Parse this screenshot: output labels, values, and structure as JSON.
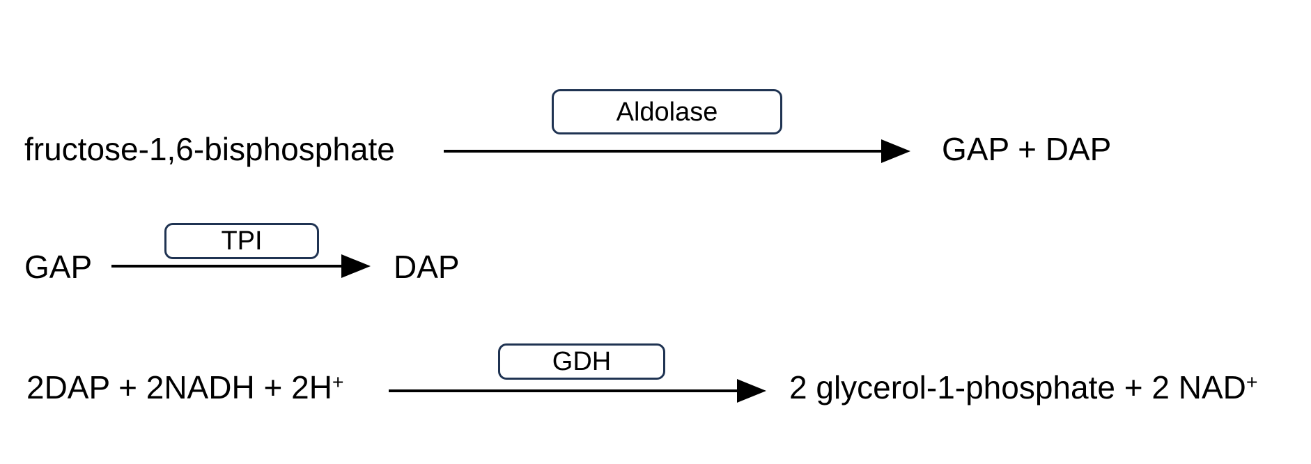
{
  "colors": {
    "background": "#ffffff",
    "text": "#000000",
    "enzyme_box_border": "#1f3352",
    "arrow": "#000000"
  },
  "diagram": {
    "description": "Three-step enzymatic reaction scheme",
    "reactions": [
      {
        "reactants": "fructose-1,6-bisphosphate",
        "enzyme": "Aldolase",
        "products": "GAP + DAP"
      },
      {
        "reactants": "GAP",
        "enzyme": "TPI",
        "products": "DAP"
      },
      {
        "reactants": "2DAP + 2NADH + 2H",
        "reactants_sup": "+",
        "enzyme": "GDH",
        "products": "2 glycerol-1-phosphate + 2 NAD",
        "products_sup": "+"
      }
    ]
  }
}
